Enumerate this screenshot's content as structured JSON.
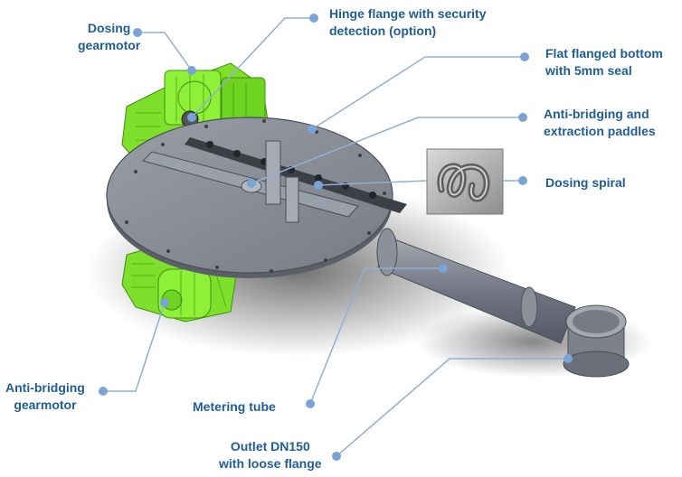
{
  "colors": {
    "label_text": "#1f5d99",
    "leader_line": "#8fb0d6",
    "dot": "#7aa4d6",
    "motor_green": "#7fe02b",
    "plate_grey": "#8a8e97",
    "tube_grey": "#7f838e"
  },
  "callouts": {
    "dosing_gearmotor": {
      "line1": "Dosing",
      "line2": "gearmotor"
    },
    "hinge_flange": {
      "line1": "Hinge flange with security",
      "line2": "detection (option)"
    },
    "flat_bottom": {
      "line1": "Flat flanged bottom",
      "line2": "with 5mm seal"
    },
    "anti_bridging_paddles": {
      "line1": "Anti-bridging and",
      "line2": "extraction paddles"
    },
    "dosing_spiral": {
      "line1": "Dosing spiral"
    },
    "anti_bridging_gearmotor": {
      "line1": "Anti-bridging",
      "line2": "gearmotor"
    },
    "metering_tube": {
      "line1": "Metering tube"
    },
    "outlet": {
      "line1": "Outlet DN150",
      "line2": "with loose flange"
    }
  }
}
